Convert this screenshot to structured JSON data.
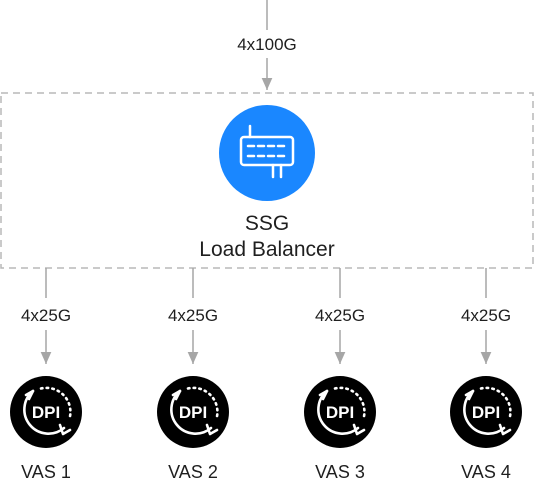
{
  "uplink": {
    "label": "4x100G"
  },
  "load_balancer": {
    "icon": "load-balancer-icon",
    "icon_color": "#1a87ff",
    "line1": "SSG",
    "line2": "Load Balancer"
  },
  "links": [
    {
      "label": "4x25G"
    },
    {
      "label": "4x25G"
    },
    {
      "label": "4x25G"
    },
    {
      "label": "4x25G"
    }
  ],
  "nodes": [
    {
      "label": "VAS 1",
      "badge": "DPI",
      "icon": "dpi-cycle-icon"
    },
    {
      "label": "VAS 2",
      "badge": "DPI",
      "icon": "dpi-cycle-icon"
    },
    {
      "label": "VAS 3",
      "badge": "DPI",
      "icon": "dpi-cycle-icon"
    },
    {
      "label": "VAS 4",
      "badge": "DPI",
      "icon": "dpi-cycle-icon"
    }
  ],
  "colors": {
    "connector": "#a6a6a6",
    "dashed_border": "#b8b8b8",
    "node_fill": "#000000",
    "node_glyph": "#ffffff"
  }
}
